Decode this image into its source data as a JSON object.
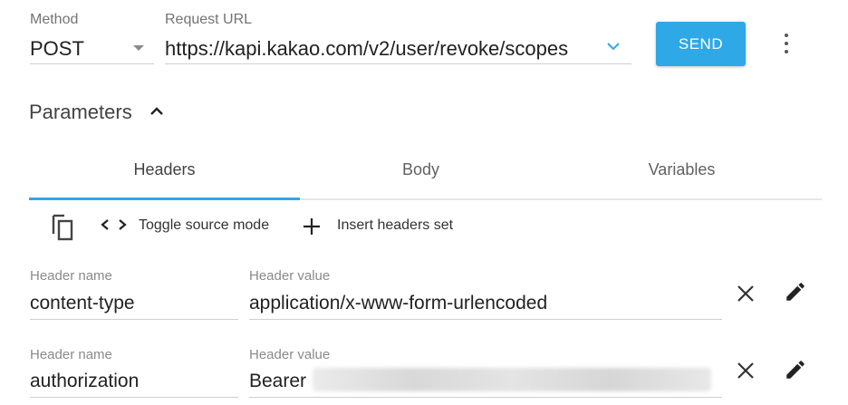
{
  "request": {
    "method_label": "Method",
    "method_value": "POST",
    "url_label": "Request URL",
    "url_value": "https://kapi.kakao.com/v2/user/revoke/scopes",
    "send_label": "SEND"
  },
  "parameters": {
    "title": "Parameters",
    "tabs": [
      {
        "label": "Headers",
        "active": true
      },
      {
        "label": "Body",
        "active": false
      },
      {
        "label": "Variables",
        "active": false
      }
    ]
  },
  "toolbar": {
    "toggle_label": "Toggle source mode",
    "insert_label": "Insert headers set"
  },
  "headers": [
    {
      "name_label": "Header name",
      "name": "content-type",
      "value_label": "Header value",
      "value": "application/x-www-form-urlencoded"
    },
    {
      "name_label": "Header name",
      "name": "authorization",
      "value_label": "Header value",
      "value": "Bearer"
    }
  ],
  "colors": {
    "accent": "#2ea8e6",
    "text": "#212121",
    "label": "#737373"
  }
}
